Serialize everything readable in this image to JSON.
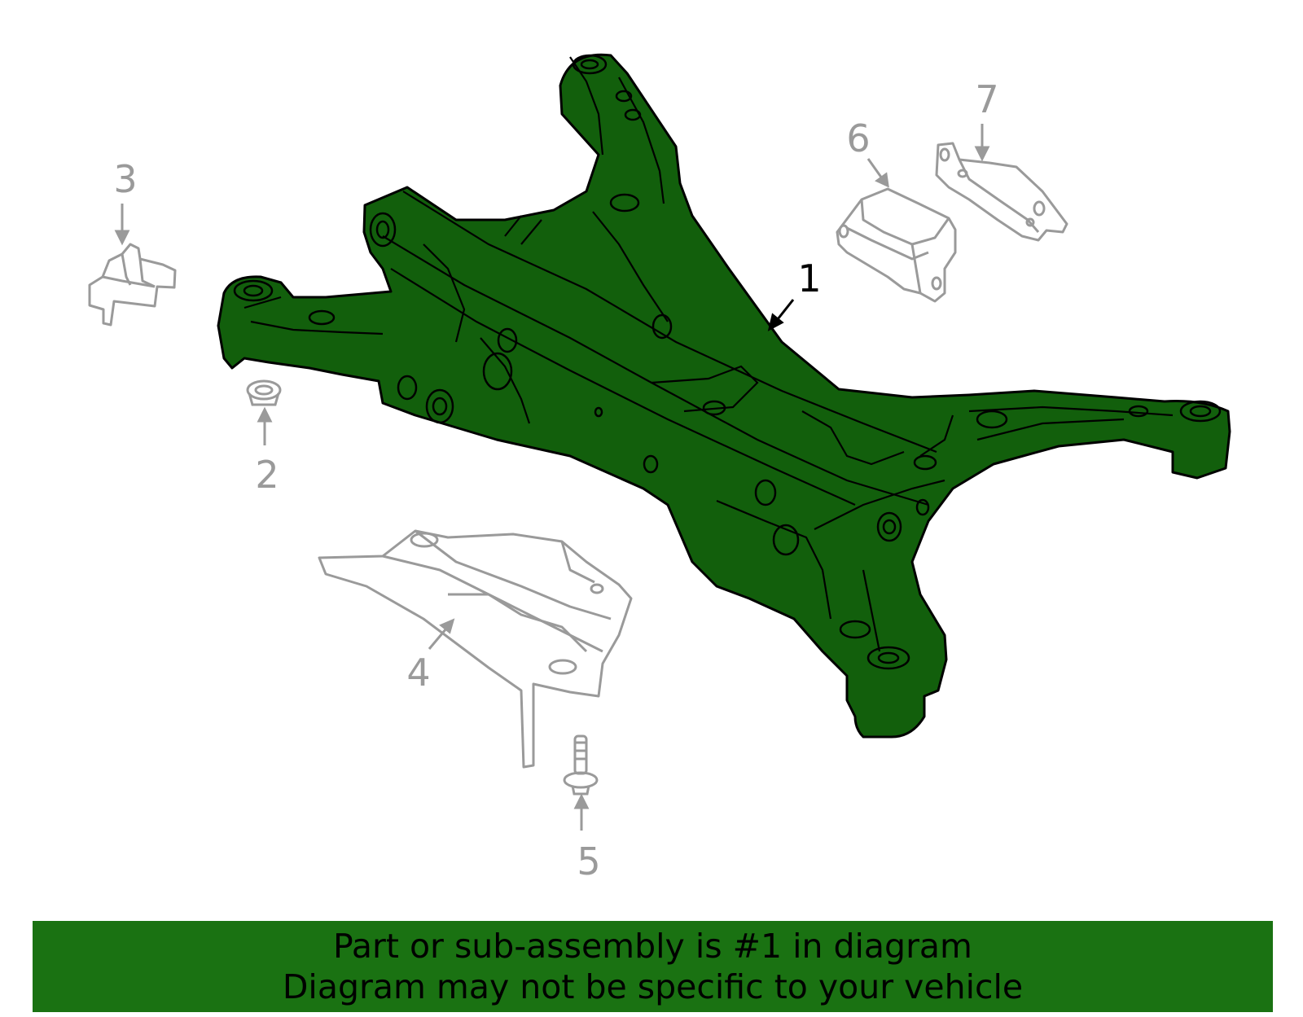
{
  "diagram": {
    "highlighted_part": "1",
    "colors": {
      "highlight_fill": "#125f0c",
      "highlight_stroke": "#000000",
      "ghost_stroke": "#9a9a9a",
      "banner_background": "#1a7212"
    },
    "callouts": [
      {
        "number": "1",
        "highlighted": true
      },
      {
        "number": "2",
        "highlighted": false
      },
      {
        "number": "3",
        "highlighted": false
      },
      {
        "number": "4",
        "highlighted": false
      },
      {
        "number": "5",
        "highlighted": false
      },
      {
        "number": "6",
        "highlighted": false
      },
      {
        "number": "7",
        "highlighted": false
      }
    ]
  },
  "banner": {
    "line1": "Part or sub-assembly is #1 in diagram",
    "line2": "Diagram may not be specific to your vehicle"
  }
}
